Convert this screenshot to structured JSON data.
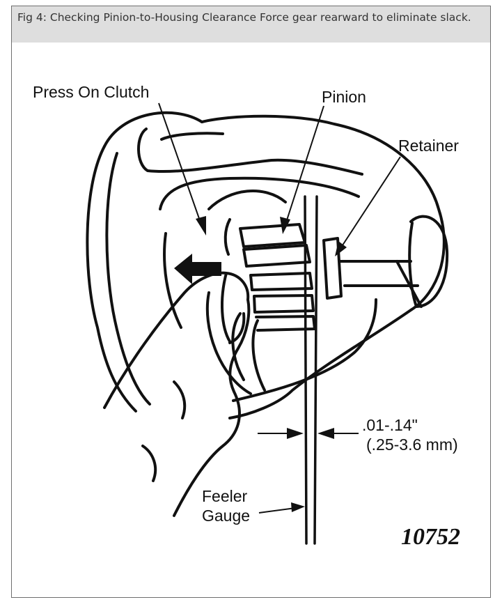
{
  "caption": "Fig 4: Checking Pinion-to-Housing Clearance Force gear rearward to eliminate slack.",
  "labels": {
    "press_on_clutch": "Press On Clutch",
    "pinion": "Pinion",
    "retainer": "Retainer",
    "clearance_in": ".01-.14\"",
    "clearance_mm": "(.25-3.6 mm)",
    "feeler": "Feeler",
    "gauge": "Gauge",
    "figure_number": "10752"
  }
}
